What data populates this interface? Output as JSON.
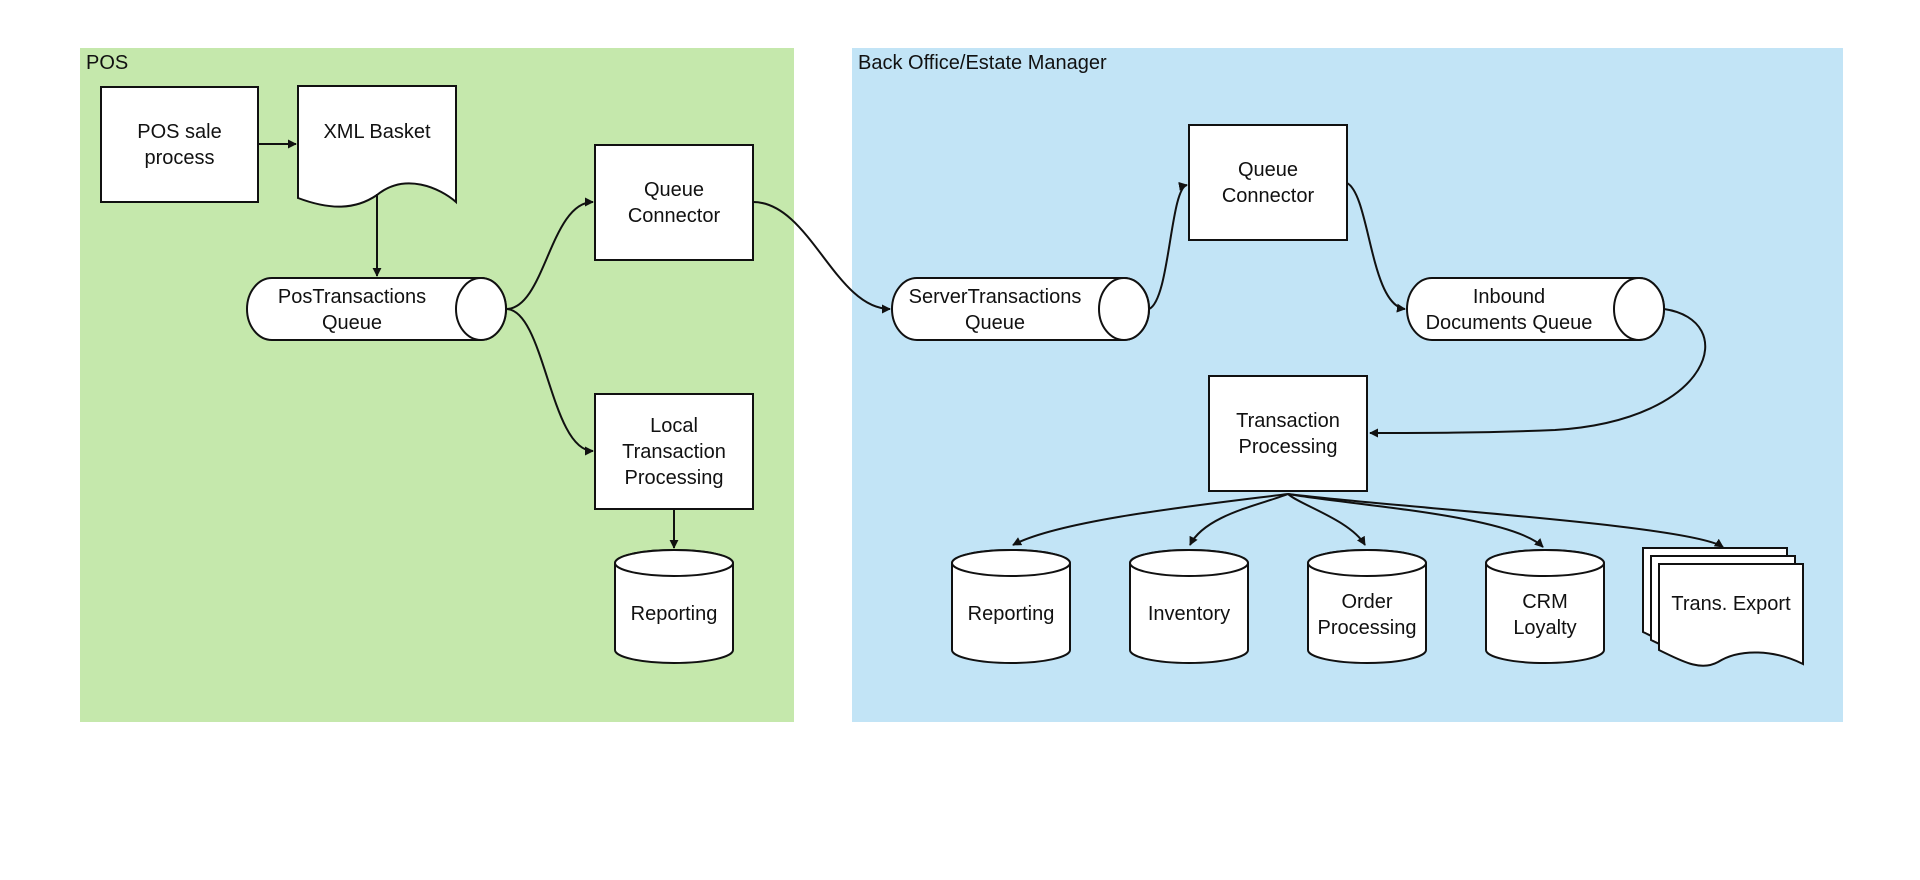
{
  "colors": {
    "pos_region": "#c5e8ac",
    "backoffice_region": "#c2e4f6",
    "stroke": "#111111"
  },
  "regions": {
    "pos": "POS",
    "backoffice": "Back Office/Estate Manager"
  },
  "pos": {
    "sale_process": "POS sale\nprocess",
    "xml_basket": "XML Basket",
    "transactions_queue": "PosTransactions\nQueue",
    "queue_connector": "Queue\nConnector",
    "local_processing": "Local\nTransaction\nProcessing",
    "reporting": "Reporting"
  },
  "backoffice": {
    "server_queue": "ServerTransactions\nQueue",
    "queue_connector": "Queue\nConnector",
    "inbound_queue": "Inbound\nDocuments Queue",
    "transaction_processing": "Transaction\nProcessing",
    "reporting": "Reporting",
    "inventory": "Inventory",
    "order_processing": "Order\nProcessing",
    "crm_loyalty": "CRM\nLoyalty",
    "trans_export": "Trans. Export"
  }
}
